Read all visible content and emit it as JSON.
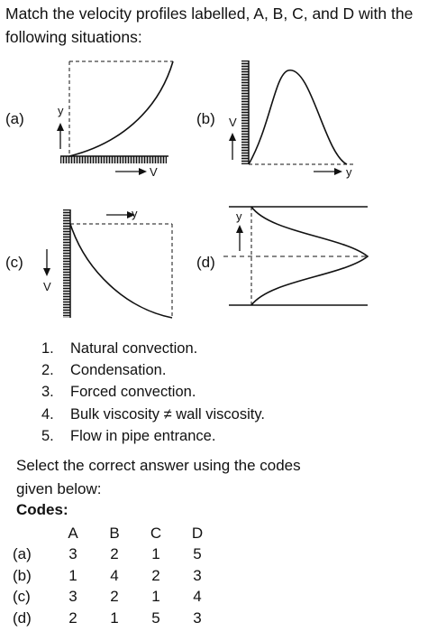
{
  "question": {
    "text": "Match the velocity profiles labelled, A, B, C, and D with the following situations:"
  },
  "figures": [
    {
      "label": "(a)",
      "axis_labels": [
        "y",
        "V"
      ]
    },
    {
      "label": "(b)",
      "axis_labels": [
        "V",
        "y"
      ]
    },
    {
      "label": "(c)",
      "axis_labels": [
        "y",
        "V"
      ]
    },
    {
      "label": "(d)",
      "axis_labels": [
        "y"
      ]
    }
  ],
  "situations": [
    {
      "num": "1.",
      "text": "Natural convection."
    },
    {
      "num": "2.",
      "text": "Condensation."
    },
    {
      "num": "3.",
      "text": "Forced convection."
    },
    {
      "num": "4.",
      "text": "Bulk viscosity ≠ wall viscosity."
    },
    {
      "num": "5.",
      "text": "Flow in pipe entrance."
    }
  ],
  "instruction": "Select the correct answer using the codes given below:",
  "codes_heading": "Codes:",
  "codes_table": {
    "columns": [
      "A",
      "B",
      "C",
      "D"
    ],
    "rows": [
      {
        "label": "(a)",
        "values": [
          "3",
          "2",
          "1",
          "5"
        ]
      },
      {
        "label": "(b)",
        "values": [
          "1",
          "4",
          "2",
          "3"
        ]
      },
      {
        "label": "(c)",
        "values": [
          "3",
          "2",
          "1",
          "4"
        ]
      },
      {
        "label": "(d)",
        "values": [
          "2",
          "1",
          "5",
          "3"
        ]
      }
    ]
  }
}
